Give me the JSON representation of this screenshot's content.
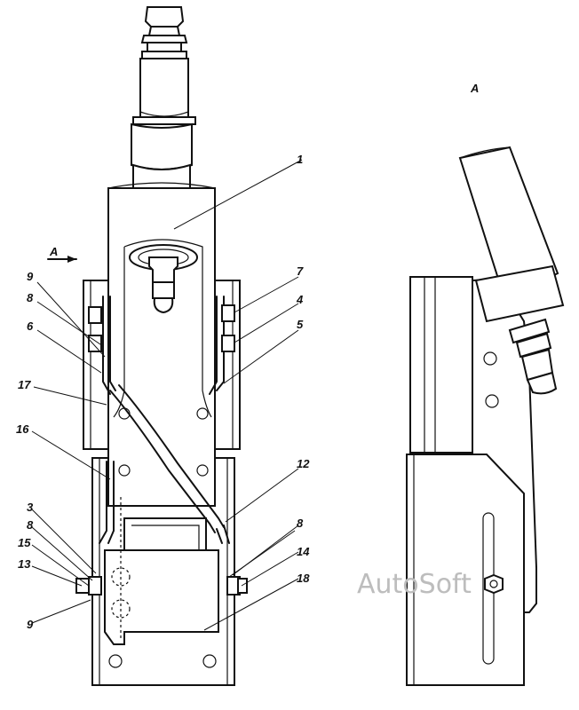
{
  "view_labels": {
    "arrow_view": "A",
    "side_view_title": "A"
  },
  "callouts": {
    "c1": "1",
    "c3": "3",
    "c4": "4",
    "c5": "5",
    "c6": "6",
    "c7": "7",
    "c8_upper": "8",
    "c8_lower_left": "8",
    "c8_right": "8",
    "c9_upper": "9",
    "c9_lower": "9",
    "c12": "12",
    "c13": "13",
    "c14": "14",
    "c15": "15",
    "c16": "16",
    "c17": "17",
    "c18": "18"
  },
  "watermark": "AutoSoft"
}
